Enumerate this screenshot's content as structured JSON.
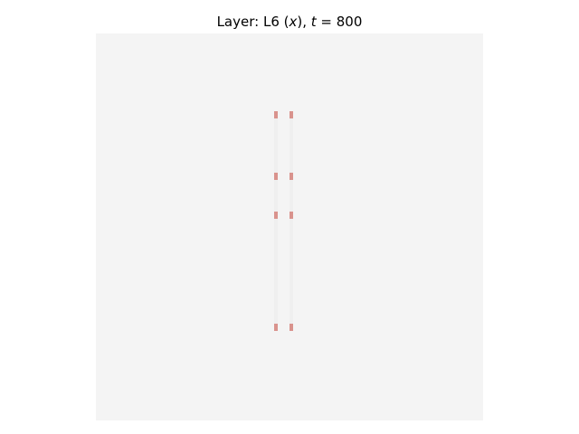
{
  "chart_data": {
    "type": "heatmap",
    "title": {
      "prefix": "Layer: L6 (",
      "var": "x",
      "middle": "), ",
      "t_symbol": "t",
      "equals": " = ",
      "t_value": "800"
    },
    "grid": false,
    "axes_visible": false,
    "background_color": "#f4f4f4",
    "faint_column_color": "#efefef",
    "cell_color": "#d9938d",
    "cells": [
      {
        "col": 0,
        "row": 0
      },
      {
        "col": 1,
        "row": 0
      },
      {
        "col": 0,
        "row": 1
      },
      {
        "col": 1,
        "row": 1
      },
      {
        "col": 0,
        "row": 2
      },
      {
        "col": 1,
        "row": 2
      },
      {
        "col": 0,
        "row": 3
      },
      {
        "col": 1,
        "row": 3
      }
    ]
  }
}
